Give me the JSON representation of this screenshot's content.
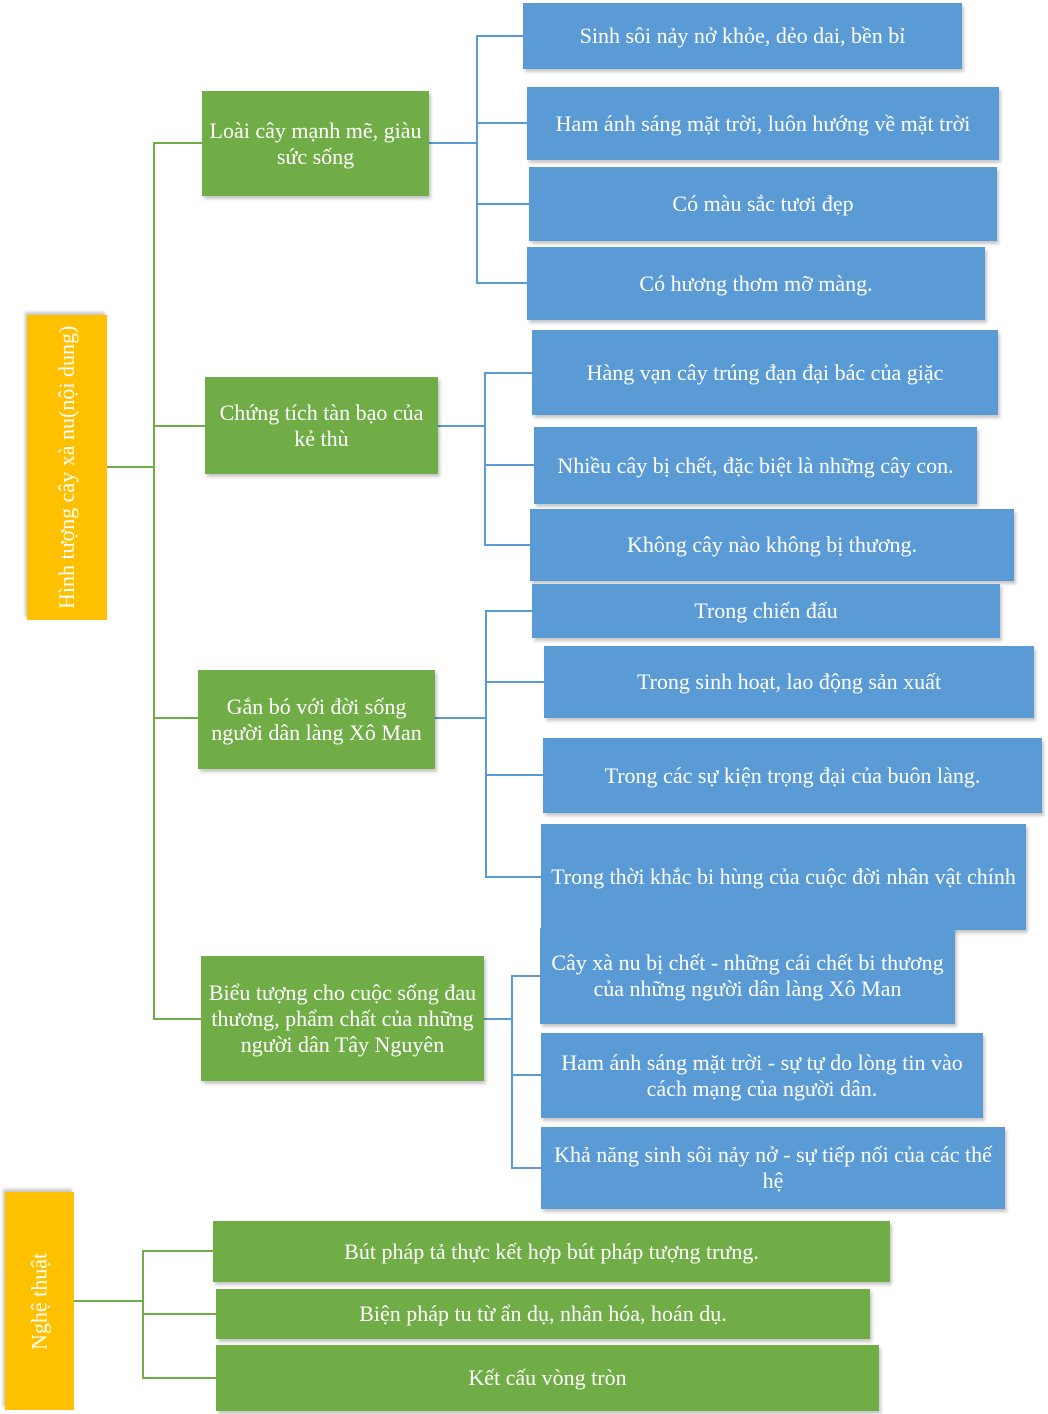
{
  "colors": {
    "root": "#ffc000",
    "branch": "#70ad47",
    "leaf": "#5b9bd5",
    "line_green": "#70ad47",
    "line_blue": "#5b9bd5"
  },
  "content_root": {
    "line1": "Hình tượng cây xà nu",
    "line2": "(nội dung)"
  },
  "branches": [
    {
      "label": "Loài cây mạnh mẽ, giàu sức sống",
      "items": [
        "Sinh sôi nảy nở khỏe, dẻo dai, bền bỉ",
        "Ham ánh sáng mặt trời, luôn hướng về mặt trời",
        "Có màu sắc tươi đẹp",
        "Có hương thơm mỡ màng."
      ]
    },
    {
      "label": "Chứng tích tàn bạo của kẻ thù",
      "items": [
        "Hàng vạn cây trúng đạn đại bác của giặc",
        "Nhiều cây bị chết, đặc biệt là những cây con.",
        "Không cây nào không bị thương."
      ]
    },
    {
      "label": "Gắn bó với đời sống người dân làng Xô Man",
      "items": [
        "Trong chiến đấu",
        "Trong sinh hoạt, lao động sản xuất",
        "Trong các sự kiện trọng đại của buôn làng.",
        "Trong thời khắc bi hùng của cuộc đời nhân vật chính"
      ]
    },
    {
      "label": "Biểu tượng cho cuộc sống đau thương, phẩm chất của những người dân Tây Nguyên",
      "items": [
        "Cây xà nu bị chết - những cái chết bi thương của những người dân làng Xô Man",
        "Ham ánh sáng mặt trời - sự tự do lòng tin vào cách mạng của người dân.",
        "Khả năng sinh sôi nảy nở - sự tiếp nối của các thế hệ"
      ]
    }
  ],
  "art_root": {
    "label": "Nghệ thuật"
  },
  "art_items": [
    "Bút pháp tả thực kết hợp bút pháp tượng trưng.",
    "Biện pháp tu từ ẩn dụ, nhân hóa, hoán dụ.",
    "Kết cấu vòng tròn"
  ]
}
